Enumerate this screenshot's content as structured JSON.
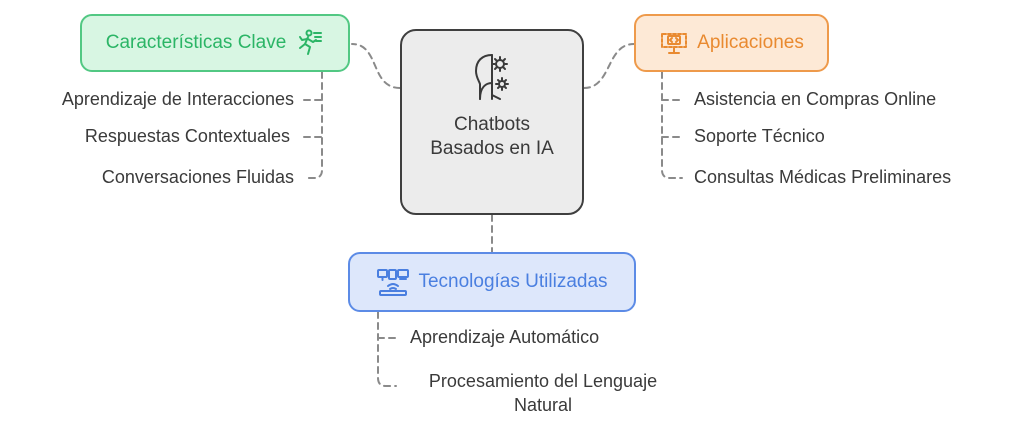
{
  "center": {
    "title": "Chatbots Basados en IA",
    "icon": "brain-gears-icon"
  },
  "branches": {
    "caracteristicas": {
      "title": "Características Clave",
      "icon": "running-figure-icon",
      "color": "#52c883",
      "items": [
        "Aprendizaje de Interacciones",
        "Respuestas Contextuales",
        "Conversaciones Fluidas"
      ]
    },
    "aplicaciones": {
      "title": "Aplicaciones",
      "icon": "code-monitor-icon",
      "color": "#ee9a4b",
      "items": [
        "Asistencia en Compras Online",
        "Soporte Técnico",
        "Consultas Médicas Preliminares"
      ]
    },
    "tecnologias": {
      "title": "Tecnologías Utilizadas",
      "icon": "network-devices-icon",
      "color": "#5c8be6",
      "items": [
        "Aprendizaje Automático",
        "Procesamiento del Lenguaje Natural"
      ]
    }
  }
}
